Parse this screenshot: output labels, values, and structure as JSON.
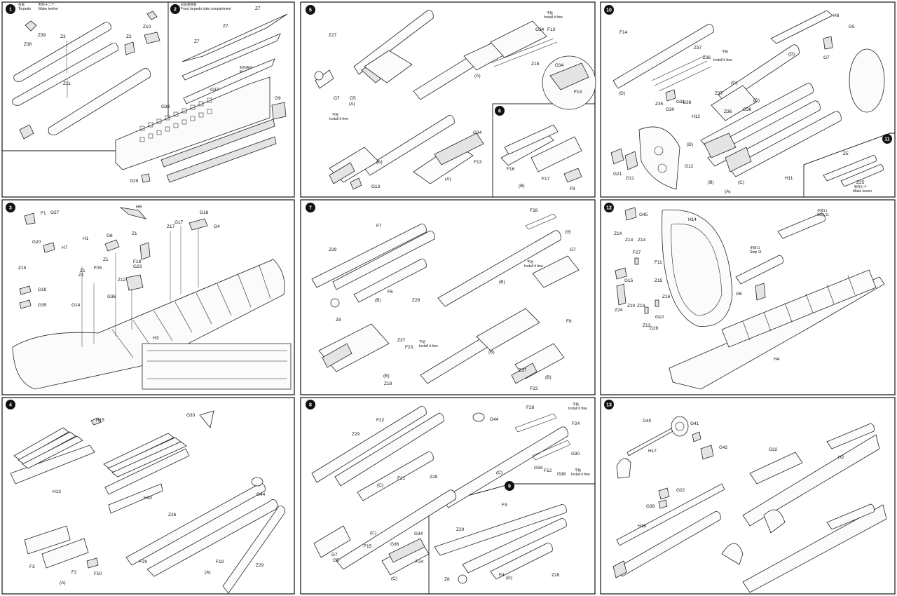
{
  "sheet": {
    "panels": [
      {
        "step": "1",
        "notes": [
          {
            "cn": "鱼雷",
            "en": "Torpedo"
          },
          {
            "cn": "制作十二个",
            "en": "Make twelve"
          }
        ],
        "parts": [
          "Z38",
          "Z39",
          "Z3",
          "Z2",
          "Z10",
          "Z11"
        ]
      },
      {
        "step": "2",
        "notes": [
          {
            "cn": "前鱼雷管舱",
            "en": "Front torpedo tube compartment"
          },
          {
            "cn": "制作两组",
            "en": "Make two"
          }
        ],
        "parts": [
          "Z7",
          "Z7",
          "Z7",
          "G37",
          "G38",
          "G9",
          "G29"
        ]
      },
      {
        "step": "3",
        "notes": [],
        "parts": [
          "F1",
          "G27",
          "G20",
          "H7",
          "Z15",
          "G19",
          "G35",
          "H1",
          "G8",
          "Z1",
          "Z1",
          "F25",
          "G14",
          "Z1",
          "G36",
          "Z12",
          "F18",
          "G23",
          "Z1",
          "H5",
          "Z17",
          "G17",
          "G18",
          "G4",
          "H3"
        ]
      },
      {
        "step": "4",
        "notes": [],
        "parts": [
          "H15",
          "G33",
          "H13",
          "H10",
          "Z26",
          "G44",
          "F20",
          "F19",
          "Z29",
          "F3",
          "F2",
          "F10"
        ],
        "sub": [
          "(A)",
          "(A)"
        ]
      },
      {
        "step": "5",
        "notes": [
          {
            "cn": "不粘",
            "en": "Install it free"
          },
          {
            "cn": "不粘",
            "en": "Install it free"
          }
        ],
        "parts": [
          "Z27",
          "G7",
          "G5",
          "G34",
          "F13",
          "Z18",
          "G34",
          "F13",
          "G34",
          "F13",
          "G13"
        ],
        "sub": [
          "(A)",
          "(A)",
          "(A)",
          "(A)"
        ]
      },
      {
        "step": "6",
        "notes": [],
        "parts": [
          "F16",
          "F17",
          "F9"
        ],
        "sub": [
          "(B)"
        ]
      },
      {
        "step": "7",
        "notes": [
          {
            "cn": "不粘",
            "en": "Install it free"
          },
          {
            "cn": "不粘",
            "en": "Install it free"
          }
        ],
        "parts": [
          "Z29",
          "F7",
          "F6",
          "Z28",
          "Z8",
          "F28",
          "G5",
          "G7",
          "F8",
          "Z37",
          "F23",
          "Z18",
          "Z37",
          "F23"
        ],
        "sub": [
          "(B)",
          "(B)",
          "(B)",
          "(B)",
          "(B)"
        ]
      },
      {
        "step": "8",
        "notes": [
          {
            "cn": "不粘",
            "en": "Install it free"
          },
          {
            "cn": "不粘",
            "en": "Install it free"
          }
        ],
        "parts": [
          "F22",
          "Z29",
          "G44",
          "F21",
          "Z29",
          "F28",
          "F24",
          "G30",
          "F12",
          "G34",
          "G38",
          "G7",
          "G5",
          "F15",
          "G36",
          "G34",
          "F24"
        ],
        "sub": [
          "(C)",
          "(C)",
          "(C)",
          "(C)"
        ]
      },
      {
        "step": "9",
        "notes": [],
        "parts": [
          "F3",
          "Z29",
          "Z8",
          "F4",
          "Z28"
        ],
        "sub": [
          "(D)"
        ]
      },
      {
        "step": "10",
        "notes": [
          {
            "cn": "不粘",
            "en": "Install it free"
          }
        ],
        "parts": [
          "F14",
          "Z37",
          "Z36",
          "H6",
          "G5",
          "G7",
          "Z35",
          "G30",
          "G31",
          "G38",
          "Z37",
          "Z36",
          "G36",
          "H12",
          "G21",
          "G11",
          "G12",
          "H11"
        ],
        "sub": [
          "(D)",
          "(D)",
          "(D)",
          "(D)",
          "(D)",
          "(B)",
          "(C)",
          "(A)"
        ]
      },
      {
        "step": "11",
        "notes": [
          {
            "cn": "制作七个",
            "en": "Make seven"
          }
        ],
        "parts": [
          "Z5",
          "Z25"
        ]
      },
      {
        "step": "12",
        "notes": [
          {
            "cn": "步骤11",
            "en": "Step 11"
          },
          {
            "cn": "步骤11",
            "en": "Step 11"
          }
        ],
        "parts": [
          "G45",
          "Z14",
          "Z14",
          "Z14",
          "H14",
          "F27",
          "F11",
          "G15",
          "Z15",
          "Z16",
          "G6",
          "Z24",
          "Z20",
          "Z19",
          "G10",
          "Z13",
          "G28",
          "H4"
        ]
      },
      {
        "step": "13",
        "notes": [],
        "parts": [
          "G40",
          "G41",
          "H17",
          "G42",
          "G32",
          "H2",
          "G22",
          "G39",
          "H16"
        ]
      }
    ]
  }
}
